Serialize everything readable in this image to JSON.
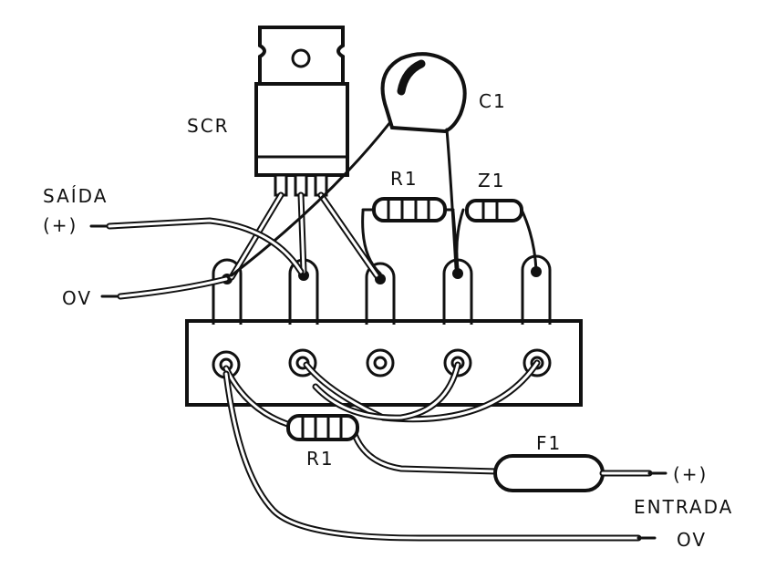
{
  "labels": {
    "scr": "SCR",
    "c1": "C1",
    "r1_top": "R1",
    "z1": "Z1",
    "saida": "SAÍDA",
    "saida_plus": "(+)",
    "ov_left": "OV",
    "f1": "F1",
    "r1_bottom": "R1",
    "entrada_plus": "(+)",
    "entrada": "ENTRADA",
    "ov_bottom": "OV"
  }
}
